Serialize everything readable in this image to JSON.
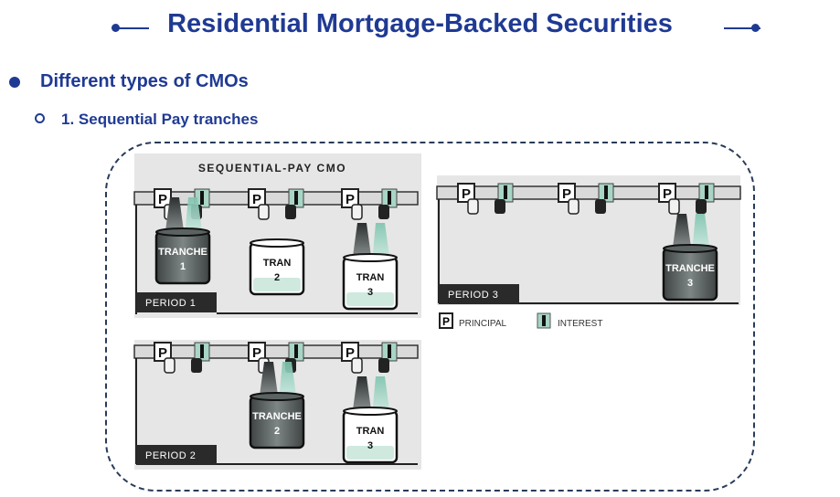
{
  "slide": {
    "title": "Residential Mortgage-Backed Securities",
    "bullet_level1": "Different types of CMOs",
    "bullet_level2": "1. Sequential Pay tranches"
  },
  "diagram": {
    "heading": "SEQUENTIAL-PAY CMO",
    "principal_glyph": "P",
    "tranche_word": "TRANCHE",
    "tranche_truncated": "TRAN",
    "period_labels": [
      "PERIOD 1",
      "PERIOD 2",
      "PERIOD 3"
    ],
    "tranche_numbers": [
      "1",
      "2",
      "3"
    ],
    "legend": {
      "principal": "PRINCIPAL",
      "interest": "INTEREST"
    },
    "colors": {
      "interest_green": "#a8d5c5",
      "tank_dark": "#555a5a",
      "panel_bg": "#e6e6e6",
      "title_blue": "#1f3a93"
    }
  }
}
